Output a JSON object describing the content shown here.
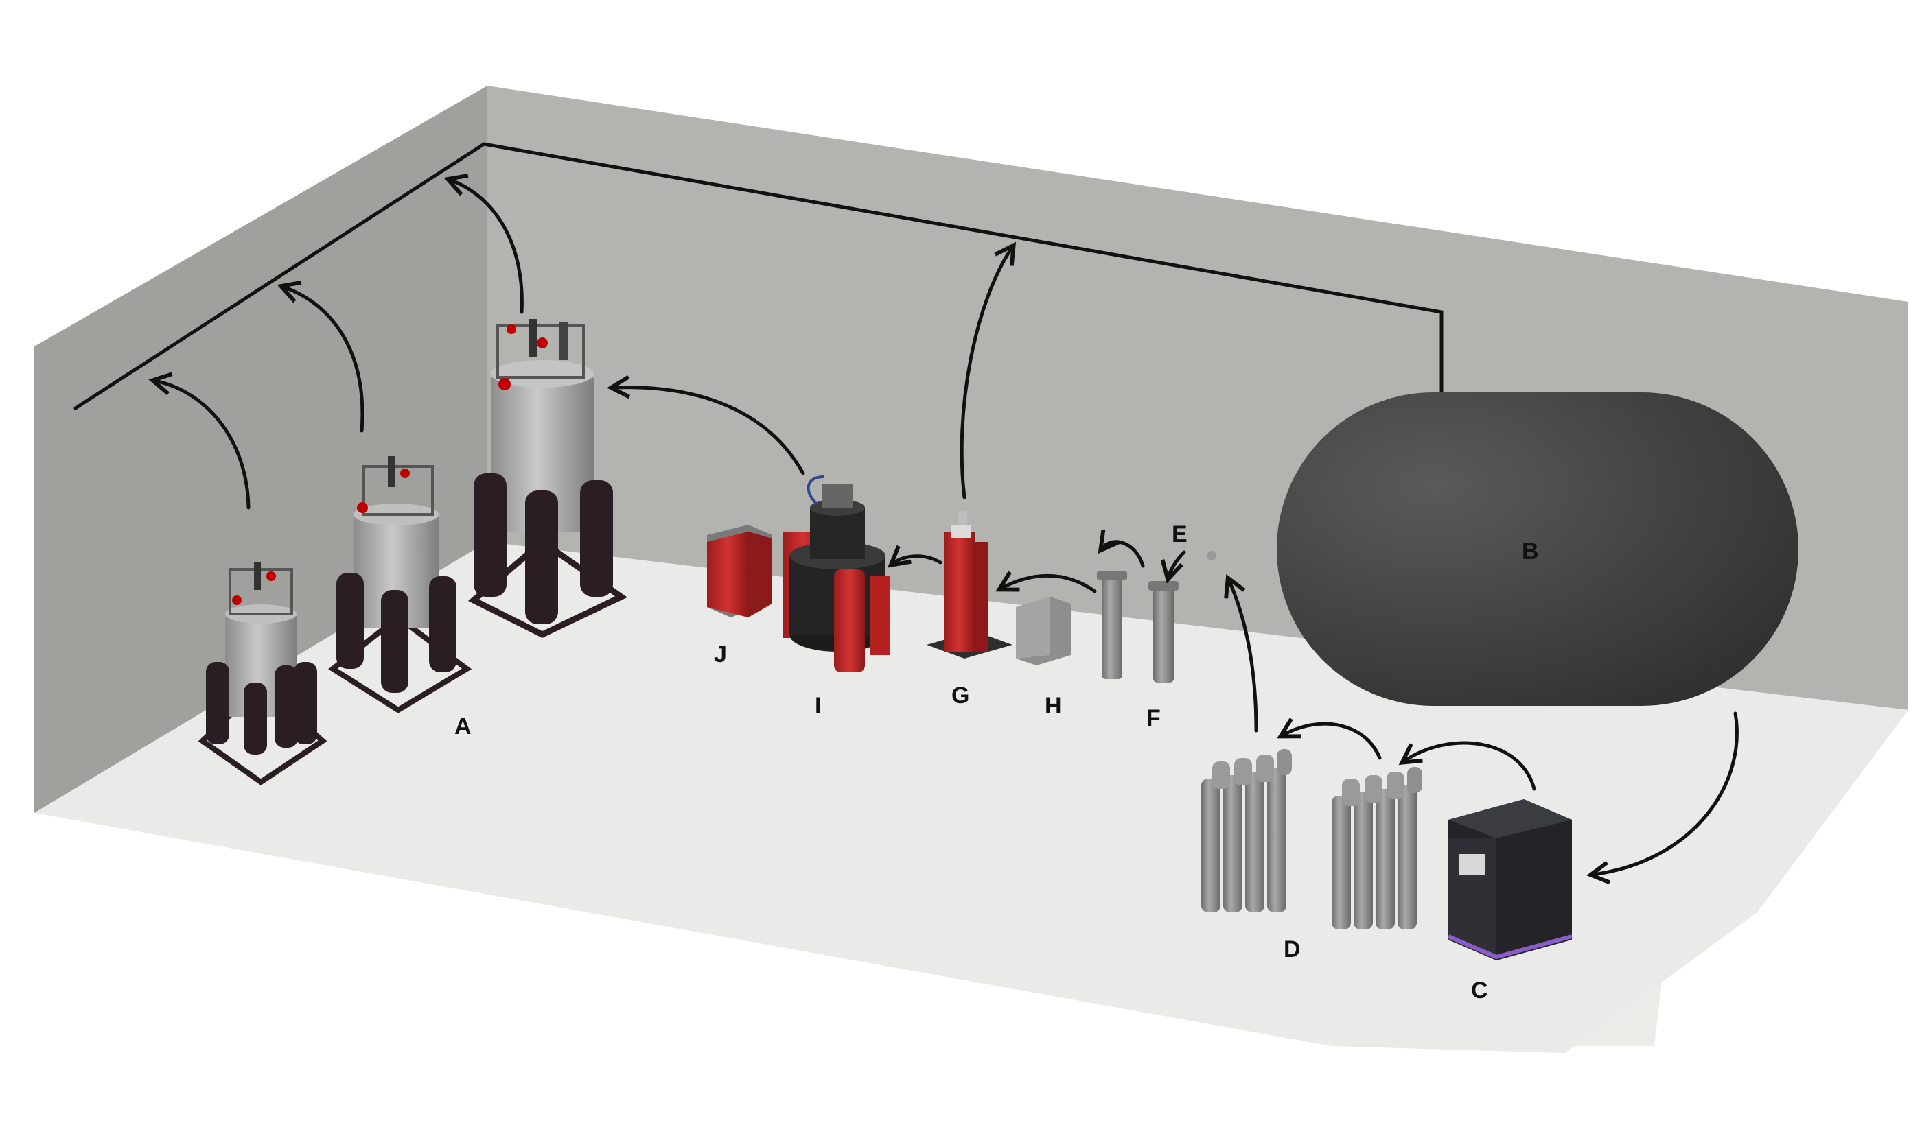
{
  "labels": {
    "A": "A",
    "B": "B",
    "C": "C",
    "D": "D",
    "E": "E",
    "F": "F",
    "G": "G",
    "H": "H",
    "I": "I",
    "J": "J"
  },
  "colors": {
    "wall_left": "#9f9f9c",
    "wall_back": "#b4b4b1",
    "wall_right": "#a9a9a6",
    "floor": "#ececea",
    "magnet_body": "#a3a3a3",
    "magnet_stand": "#2a1d24",
    "balloon": "#3f3f3f",
    "compressor_red": "#c82828",
    "cylinder": "#8c8c8c",
    "device_dark": "#2b2b30",
    "accent_purple": "#8a5cc7",
    "arrow": "#111111"
  },
  "icons": {
    "magnets": "nmr-magnet-icon",
    "balloon": "gas-bag-icon",
    "purifier": "recovery-compressor-icon",
    "bottles": "gas-cylinder-icon",
    "liquefier": "liquefier-icon"
  }
}
